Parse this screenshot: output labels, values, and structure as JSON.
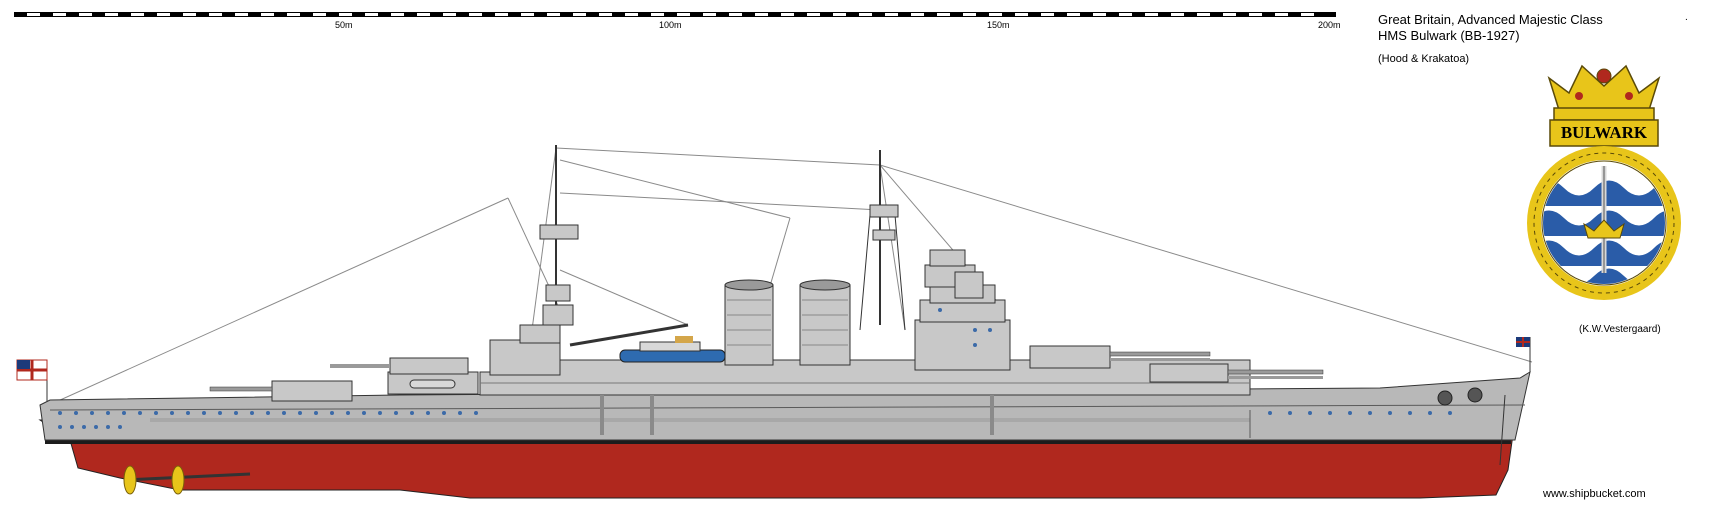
{
  "scale_bar": {
    "labels": [
      "50m",
      "100m",
      "150m",
      "200m"
    ]
  },
  "title": {
    "line1": "Great Britain, Advanced Majestic Class",
    "line2": "HMS Bulwark (BB-1927)",
    "line3": "(Hood & Krakatoa)"
  },
  "badge": {
    "name": "BULWARK"
  },
  "credit": "(K.W.Vestergaard)",
  "website": "www.shipbucket.com",
  "colors": {
    "hull_grey": "#b8b8b8",
    "hull_red": "#b0281e",
    "deck_grey": "#c8c8c8",
    "badge_gold": "#e8c51a",
    "badge_blue": "#2a5ca8",
    "porthole_blue": "#3b6aa8"
  }
}
